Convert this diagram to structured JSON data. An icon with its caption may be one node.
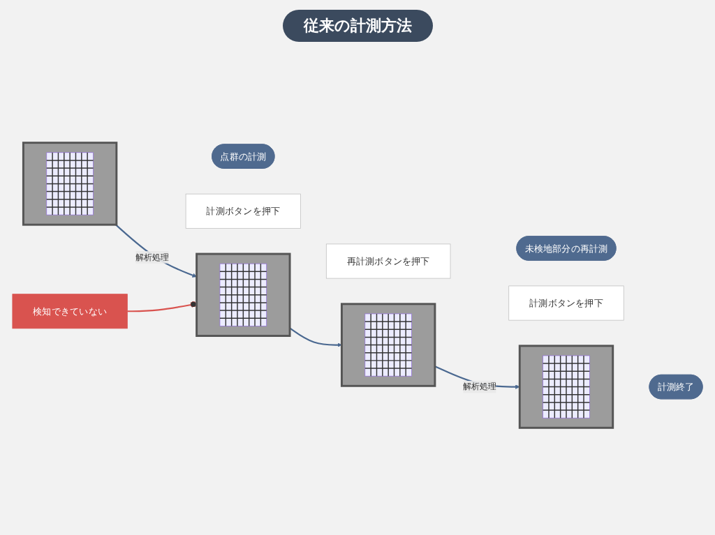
{
  "diagram": {
    "title": "従来の計測方法",
    "nodes": [
      {
        "text": [],
        "shape": "picture"
      },
      {
        "text": [
          "点群の計測"
        ]
      },
      {
        "text": [
          "計測ボタンを押下"
        ]
      },
      {
        "text": [],
        "shape": "picture"
      },
      {
        "text": [
          "検知できていない"
        ]
      },
      {
        "text": [
          "再計測ボタンを押下"
        ]
      },
      {
        "text": [],
        "shape": "picture"
      },
      {
        "text": [
          "未検地部分の再計測"
        ]
      },
      {
        "text": [
          "計測ボタンを押下"
        ]
      },
      {
        "text": [],
        "shape": "picture"
      },
      {
        "text": [
          "計測終了"
        ]
      }
    ],
    "edges": [
      {
        "from": 0,
        "to": 3,
        "arrow": "to",
        "label": "解析処理"
      },
      {
        "from": 3,
        "to": 6,
        "arrow": "to"
      },
      {
        "from": 6,
        "to": 9,
        "arrow": "to",
        "label": "解析処理"
      },
      {
        "from": 4,
        "to": 3,
        "arrow": "other",
        "color": "#d9534f"
      }
    ]
  }
}
